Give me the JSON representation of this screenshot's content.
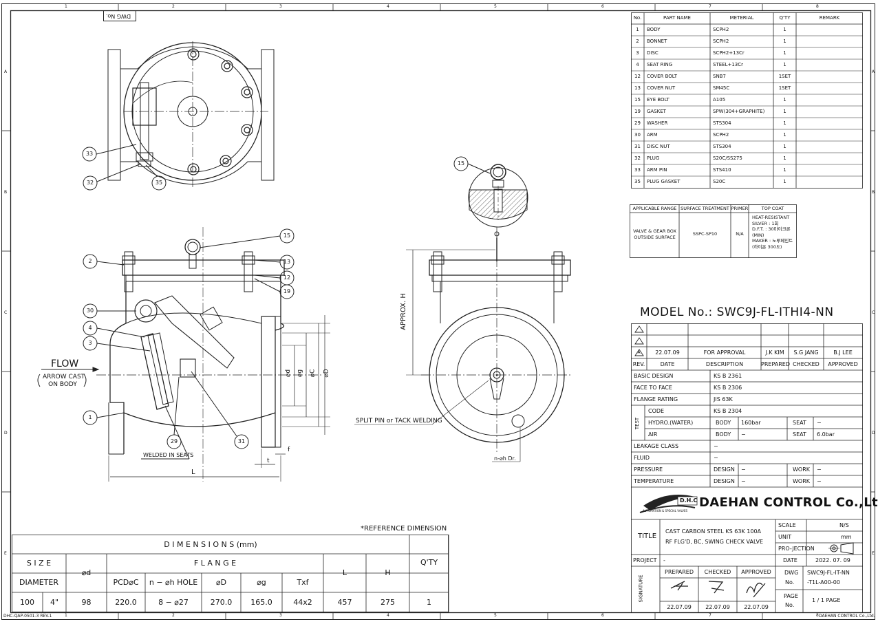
{
  "frame": {
    "dwg_no_label": "DWG No.",
    "top_zones": [
      "1",
      "2",
      "3",
      "4",
      "5",
      "6",
      "7",
      "8"
    ],
    "bottom_zones": [
      "1",
      "2",
      "3",
      "4",
      "5",
      "6",
      "7",
      "8"
    ],
    "side_zones": [
      "A",
      "B",
      "C",
      "D",
      "E"
    ],
    "form_code": "DHC-QAP-0501-3 REV.1",
    "footer_company": "DAEHAN CONTROL Co.,Ltd."
  },
  "balloons": {
    "b15_top": "15",
    "b33": "33",
    "b32": "32",
    "b35": "35",
    "b2": "2",
    "b15": "15",
    "b13": "13",
    "b12": "12",
    "b19": "19",
    "b30": "30",
    "b4": "4",
    "b3": "3",
    "b1": "1",
    "b29": "29",
    "b31": "31"
  },
  "annotations": {
    "flow": "FLOW",
    "flow_note1": "ARROW CAST",
    "flow_note2": "ON BODY",
    "welded": "WELDED IN SEATS",
    "split_pin": "SPLIT PIN or TACK WELDING",
    "nh_dr": "n-⌀h Dr.",
    "approx_h": "APPROX. H",
    "dim_d": "⌀d",
    "dim_g": "⌀g",
    "dim_c": "⌀C",
    "dim_D": "⌀D",
    "dim_f": "f",
    "dim_t": "t",
    "dim_L": "L",
    "ref_dim": "*REFERENCE DIMENSION"
  },
  "parts": {
    "headers": [
      "No.",
      "PART NAME",
      "METERIAL",
      "Q'TY",
      "REMARK"
    ],
    "rows": [
      [
        "1",
        "BODY",
        "SCPH2",
        "1",
        ""
      ],
      [
        "2",
        "BONNET",
        "SCPH2",
        "1",
        ""
      ],
      [
        "3",
        "DISC",
        "SCPH2+13Cr",
        "1",
        ""
      ],
      [
        "4",
        "SEAT RING",
        "STEEL+13Cr",
        "1",
        ""
      ],
      [
        "12",
        "COVER BOLT",
        "SNB7",
        "1SET",
        ""
      ],
      [
        "13",
        "COVER NUT",
        "SM45C",
        "1SET",
        ""
      ],
      [
        "15",
        "EYE BOLT",
        "A105",
        "1",
        ""
      ],
      [
        "19",
        "GASKET",
        "SPW(304+GRAPHITE)",
        "1",
        ""
      ],
      [
        "29",
        "WASHER",
        "STS304",
        "1",
        ""
      ],
      [
        "30",
        "ARM",
        "SCPH2",
        "1",
        ""
      ],
      [
        "31",
        "DISC NUT",
        "STS304",
        "1",
        ""
      ],
      [
        "32",
        "PLUG",
        "S20C/SS275",
        "1",
        ""
      ],
      [
        "33",
        "ARM PIN",
        "STS410",
        "1",
        ""
      ],
      [
        "35",
        "PLUG GASKET",
        "S20C",
        "1",
        ""
      ]
    ]
  },
  "coating": {
    "headers": [
      "APPLICABLE RANGE",
      "SURFACE TREATMENT",
      "PRIMER",
      "TOP COAT"
    ],
    "range": [
      "VALVE & GEAR BOX",
      "OUTSIDE SURFACE"
    ],
    "treatment": "SSPC-SP10",
    "primer": "N/A",
    "topcoat": [
      "HEAT-RESISTANT",
      "SILVER : 1회",
      "D.F.T. : 30마이크론",
      "(MIN)",
      "MAKER : 노루페인트",
      "(하이온 300도)"
    ]
  },
  "model": "MODEL No.: SWC9J-FL-ITHI4-NN",
  "revision": {
    "row_a": {
      "rev": "A",
      "date": "22.07.09",
      "desc": "FOR APPROVAL",
      "prepared": "J.K KIM",
      "checked": "S.G JANG",
      "approved": "B.J LEE"
    },
    "headers": [
      "REV.",
      "DATE",
      "DESCRIPTION",
      "PREPARED",
      "CHECKED",
      "APPROVED"
    ]
  },
  "spec": {
    "basic_design": {
      "label": "BASIC DESIGN",
      "value": "KS B 2361"
    },
    "face_to_face": {
      "label": "FACE TO FACE",
      "value": "KS B 2306"
    },
    "flange_rating": {
      "label": "FLANGE RATING",
      "value": "JIS 63K"
    },
    "test_label": "TEST",
    "code": {
      "label": "CODE",
      "value": "KS B 2304"
    },
    "hydro": {
      "label": "HYDRO.(WATER)",
      "body_label": "BODY",
      "body": "160bar",
      "seat_label": "SEAT",
      "seat": "−"
    },
    "air": {
      "label": "AIR",
      "body_label": "BODY",
      "body": "−",
      "seat_label": "SEAT",
      "seat": "6.0bar"
    },
    "leakage": {
      "label": "LEAKAGE CLASS",
      "value": "−"
    },
    "fluid": {
      "label": "FLUID",
      "value": "−"
    },
    "pressure": {
      "label": "PRESSURE",
      "design_label": "DESIGN",
      "design": "−",
      "work_label": "WORK",
      "work": "−"
    },
    "temperature": {
      "label": "TEMPERATURE",
      "design_label": "DESIGN",
      "design": "−",
      "work_label": "WORK",
      "work": "−"
    }
  },
  "company": {
    "logo_text": "D.H.C",
    "logo_sub": "AUTOMATION & SPECIAL VALVES",
    "name": "DAEHAN CONTROL Co.,Ltd."
  },
  "title_block": {
    "title_label": "TITLE",
    "title_line1": "CAST CARBON STEEL KS 63K 100A",
    "title_line2": "RF FLG'D, BC, SWING CHECK VALVE",
    "scale_label": "SCALE",
    "scale": "N/S",
    "unit_label": "UNIT",
    "unit": "mm",
    "projection_label": "PRO-JECTION",
    "project_label": "PROJECT",
    "project": "-",
    "date_label": "DATE",
    "date": "2022. 07. 09",
    "dwg_label": "DWG",
    "no_label": "No.",
    "dwg_no1": "SWC9J-FL-IT-NN",
    "dwg_no2": "-T1L-A00-00",
    "page_label": "PAGE",
    "page": "1 / 1 PAGE",
    "signature_label": "SIGNATURE",
    "sig_headers": [
      "PREPARED",
      "CHECKED",
      "APPROVED"
    ],
    "sig_dates": [
      "22.07.09",
      "22.07.09",
      "22.07.09"
    ]
  },
  "dimensions": {
    "title": "D I M E N S I O N S (mm)",
    "size": "S I Z E",
    "diameter": "DIAMETER",
    "d": "⌀d",
    "flange": "F L A N G E",
    "pcd": "PCD⌀C",
    "nhole": "n − ⌀h HOLE",
    "D": "⌀D",
    "g": "⌀g",
    "txf": "Txf",
    "L": "L",
    "H": "H",
    "qty": "Q'TY",
    "values": [
      "100",
      "4\"",
      "98",
      "220.0",
      "8 − ⌀27",
      "270.0",
      "165.0",
      "44x2",
      "457",
      "275",
      "1"
    ]
  }
}
